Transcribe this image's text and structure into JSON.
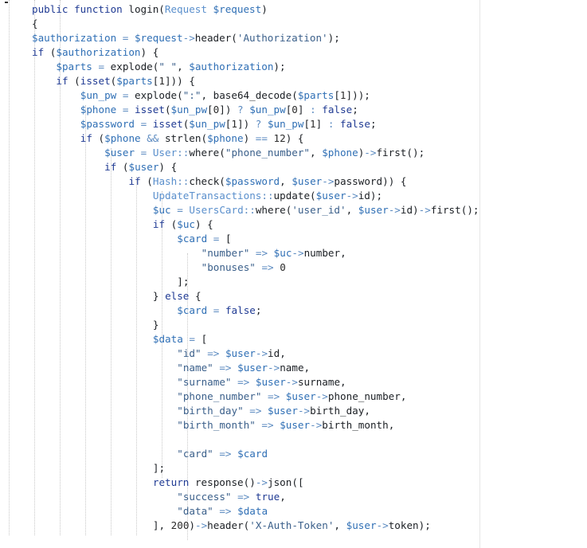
{
  "editor": {
    "language": "php",
    "lines": [
      "public function login(Request $request)",
      "{",
      "    $authorization = $request->header('Authorization');",
      "    if ($authorization) {",
      "        $parts = explode(\" \", $authorization);",
      "        if (isset($parts[1])) {",
      "            $un_pw = explode(\":\", base64_decode($parts[1]));",
      "            $phone = isset($un_pw[0]) ? $un_pw[0] : false;",
      "            $password = isset($un_pw[1]) ? $un_pw[1] : false;",
      "            if ($phone && strlen($phone) == 12) {",
      "                $user = User::where(\"phone_number\", $phone)->first();",
      "                if ($user) {",
      "                    if (Hash::check($password, $user->password)) {",
      "                        UpdateTransactions::update($user->id);",
      "                        $uc = UsersCard::where('user_id', $user->id)->first();",
      "                        if ($uc) {",
      "                            $card = [",
      "                                \"number\" => $uc->number,",
      "                                \"bonuses\" => 0",
      "                            ];",
      "                        } else {",
      "                            $card = false;",
      "                        }",
      "                        $data = [",
      "                            \"id\" => $user->id,",
      "                            \"name\" => $user->name,",
      "                            \"surname\" => $user->surname,",
      "                            \"phone_number\" => $user->phone_number,",
      "                            \"birth_day\" => $user->birth_day,",
      "                            \"birth_month\" => $user->birth_month,",
      "",
      "                            \"card\" => $card",
      "                        ];",
      "                        return response()->json([",
      "                            \"success\" => true,",
      "                            \"data\" => $data",
      "                        ], 200)->header('X-Auth-Token', $user->token);"
    ]
  }
}
